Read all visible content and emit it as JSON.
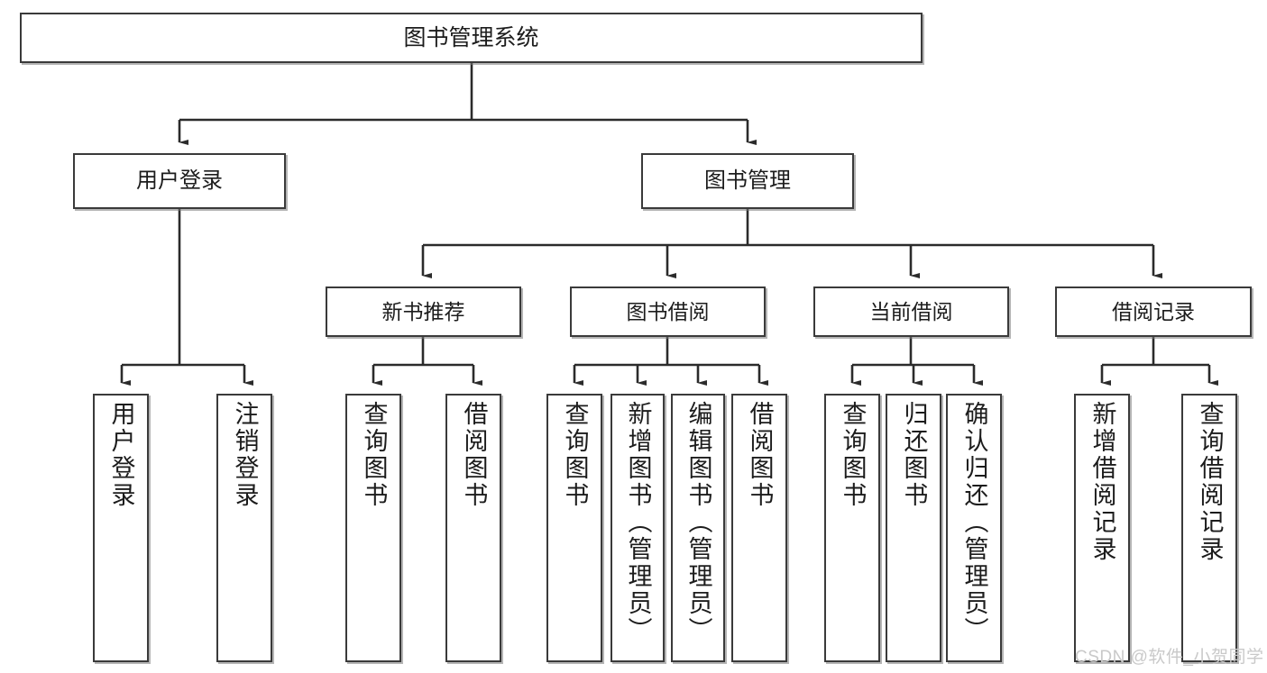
{
  "diagram": {
    "title": "图书管理系统",
    "type": "hierarchy-tree",
    "root": {
      "label": "图书管理系统"
    },
    "level2": [
      {
        "label": "用户登录"
      },
      {
        "label": "图书管理"
      }
    ],
    "level3": [
      {
        "label": "新书推荐"
      },
      {
        "label": "图书借阅"
      },
      {
        "label": "当前借阅"
      },
      {
        "label": "借阅记录"
      }
    ],
    "leaves": {
      "user_login": [
        {
          "label": "用户登录"
        },
        {
          "label": "注销登录"
        }
      ],
      "new_book_recommend": [
        {
          "label": "查询图书"
        },
        {
          "label": "借阅图书"
        }
      ],
      "book_borrow": [
        {
          "label": "查询图书"
        },
        {
          "label": "新增图书（管理员）"
        },
        {
          "label": "编辑图书（管理员）"
        },
        {
          "label": "借阅图书"
        }
      ],
      "current_borrow": [
        {
          "label": "查询图书"
        },
        {
          "label": "归还图书"
        },
        {
          "label": "确认归还（管理员）"
        }
      ],
      "borrow_record": [
        {
          "label": "新增借阅记录"
        },
        {
          "label": "查询借阅记录"
        }
      ]
    }
  },
  "watermark": {
    "text": "CSDN @软件_小贺同学"
  },
  "colors": {
    "box_border": "#3a3a3a",
    "box_fill": "#ffffff",
    "connector": "#2b2b2b",
    "watermark": "#c9c9c9"
  }
}
